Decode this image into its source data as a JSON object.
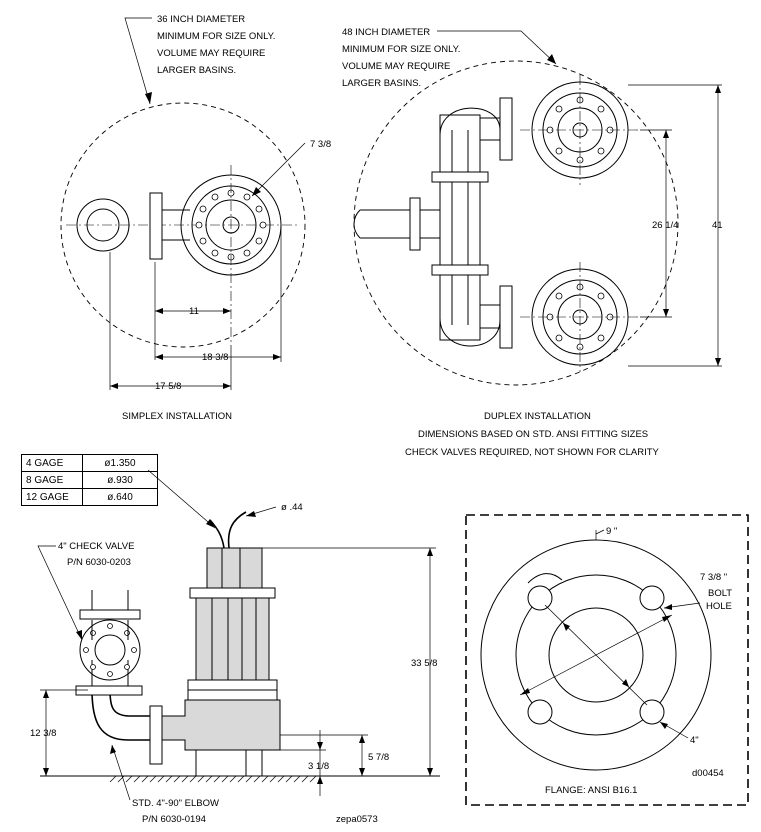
{
  "simplex": {
    "note": [
      "36 INCH DIAMETER",
      "MINIMUM FOR SIZE ONLY.",
      "VOLUME MAY REQUIRE",
      "LARGER BASINS."
    ],
    "dim_bolt": "7 3/8",
    "dim_a": "11",
    "dim_b": "18 3/8",
    "dim_c": "17 5/8",
    "caption": "SIMPLEX INSTALLATION"
  },
  "duplex": {
    "note": [
      "48 INCH DIAMETER",
      "MINIMUM FOR SIZE ONLY.",
      "VOLUME MAY REQUIRE",
      "LARGER BASINS."
    ],
    "dim_inner": "26 1/4",
    "dim_outer": "41",
    "caption": [
      "DUPLEX INSTALLATION",
      "DIMENSIONS BASED ON STD. ANSI FITTING SIZES",
      "CHECK VALVES REQUIRED, NOT SHOWN FOR CLARITY"
    ]
  },
  "gage_table": [
    {
      "gage": "4 GAGE",
      "diameter": "ø1.350"
    },
    {
      "gage": "8 GAGE",
      "diameter": "ø.930"
    },
    {
      "gage": "12 GAGE",
      "diameter": "ø.640"
    }
  ],
  "elevation": {
    "cable_dia": "ø .44",
    "check_valve": [
      "4\" CHECK VALVE",
      "P/N 6030-0203"
    ],
    "elbow": [
      "STD. 4\"-90\" ELBOW",
      "P/N 6030-0194"
    ],
    "dim_height": "33 5/8",
    "dim_discharge": "12 3/8",
    "dim_5_7_8": "5 7/8",
    "dim_3_1_8": "3 1/8",
    "drawing_id": "zepa0573"
  },
  "flange": {
    "dim_top": "9 \"",
    "bolt_hole": [
      "7 3/8 \"",
      "BOLT",
      "HOLE"
    ],
    "dim_4": "4\"",
    "caption": "FLANGE: ANSI B16.1",
    "drawing_id": "d00454"
  }
}
